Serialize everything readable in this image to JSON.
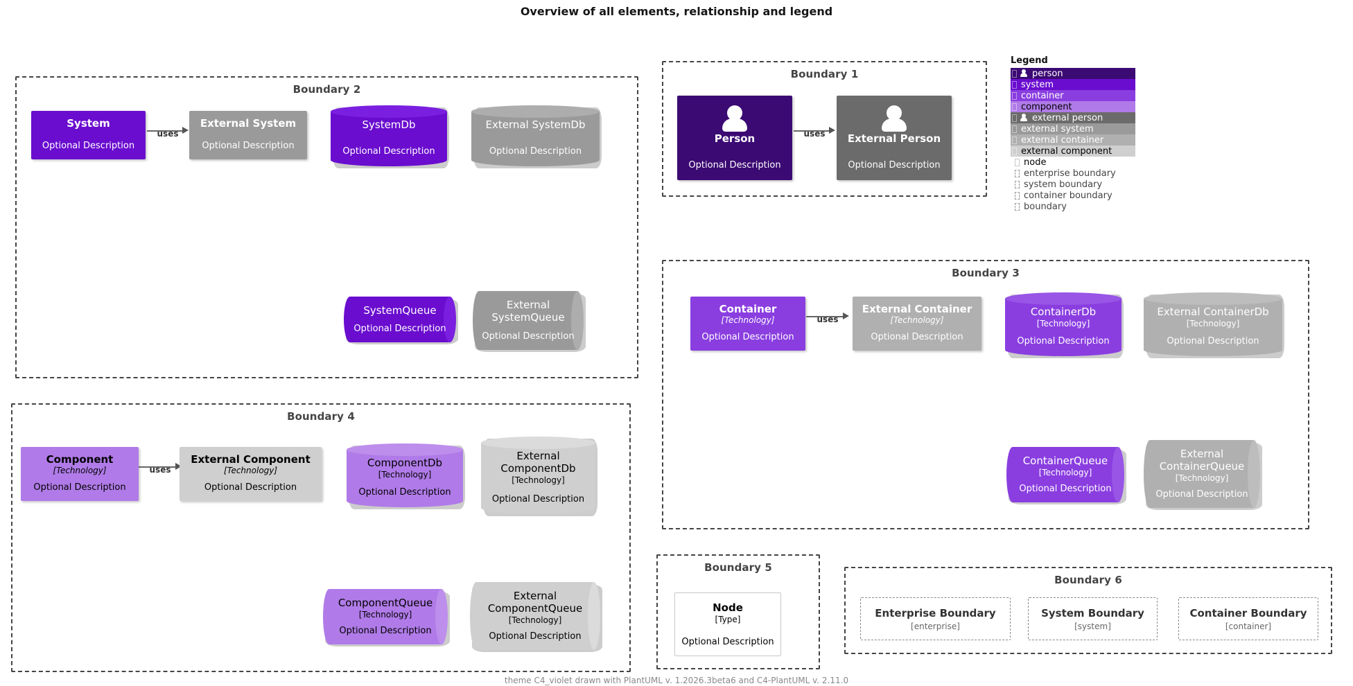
{
  "title": "Overview of all elements, relationship and legend",
  "footer": "theme C4_violet drawn with PlantUML v. 1.2026.3beta6 and C4-PlantUML v. 2.11.0",
  "colors": {
    "person": "#3b0a73",
    "system": "#6a0dcf",
    "container": "#8a3ee0",
    "component": "#b07be8",
    "external_person": "#6b6b6b",
    "external_system": "#9a9a9a",
    "external_container": "#b0b0b0",
    "external_component": "#cfcfcf",
    "node_fill": "#ffffff",
    "node_border": "#c8c8c8",
    "boundary_border": "#444444",
    "relation": "#666666",
    "title_text": "#161616",
    "footer_text": "#888888"
  },
  "boundaries": {
    "b1": {
      "title": "Boundary 1"
    },
    "b2": {
      "title": "Boundary 2"
    },
    "b3": {
      "title": "Boundary 3"
    },
    "b4": {
      "title": "Boundary 4"
    },
    "b5": {
      "title": "Boundary 5"
    },
    "b6": {
      "title": "Boundary 6"
    }
  },
  "elements": {
    "person": {
      "name": "Person",
      "tech": "",
      "desc": "Optional Description"
    },
    "external_person": {
      "name": "External Person",
      "tech": "",
      "desc": "Optional Description"
    },
    "system": {
      "name": "System",
      "tech": "",
      "desc": "Optional Description"
    },
    "external_system": {
      "name": "External System",
      "tech": "",
      "desc": "Optional Description"
    },
    "system_db": {
      "name": "SystemDb",
      "tech": "",
      "desc": "Optional Description"
    },
    "external_system_db": {
      "name": "External SystemDb",
      "tech": "",
      "desc": "Optional Description"
    },
    "system_queue": {
      "name": "SystemQueue",
      "tech": "",
      "desc": "Optional Description"
    },
    "external_system_queue": {
      "name": "External SystemQueue",
      "tech": "",
      "desc": "Optional Description"
    },
    "container": {
      "name": "Container",
      "tech": "[Technology]",
      "desc": "Optional Description"
    },
    "external_container": {
      "name": "External Container",
      "tech": "[Technology]",
      "desc": "Optional Description"
    },
    "container_db": {
      "name": "ContainerDb",
      "tech": "[Technology]",
      "desc": "Optional Description"
    },
    "external_container_db": {
      "name": "External ContainerDb",
      "tech": "[Technology]",
      "desc": "Optional Description"
    },
    "container_queue": {
      "name": "ContainerQueue",
      "tech": "[Technology]",
      "desc": "Optional Description"
    },
    "external_container_queue": {
      "name": "External ContainerQueue",
      "tech": "[Technology]",
      "desc": "Optional Description"
    },
    "component": {
      "name": "Component",
      "tech": "[Technology]",
      "desc": "Optional Description"
    },
    "external_component": {
      "name": "External Component",
      "tech": "[Technology]",
      "desc": "Optional Description"
    },
    "component_db": {
      "name": "ComponentDb",
      "tech": "[Technology]",
      "desc": "Optional Description"
    },
    "external_component_db": {
      "name": "External ComponentDb",
      "tech": "[Technology]",
      "desc": "Optional Description"
    },
    "component_queue": {
      "name": "ComponentQueue",
      "tech": "[Technology]",
      "desc": "Optional Description"
    },
    "external_component_queue": {
      "name": "External ComponentQueue",
      "tech": "[Technology]",
      "desc": "Optional Description"
    },
    "node": {
      "name": "Node",
      "tech": "[Type]",
      "desc": "Optional Description"
    }
  },
  "relationships": {
    "r1": {
      "label": "uses"
    },
    "r2": {
      "label": "uses"
    },
    "r3": {
      "label": "uses"
    }
  },
  "subboundaries": [
    {
      "name": "Enterprise Boundary",
      "type": "[enterprise]"
    },
    {
      "name": "System Boundary",
      "type": "[system]"
    },
    {
      "name": "Container Boundary",
      "type": "[container]"
    }
  ],
  "legend": {
    "title": "Legend",
    "items": [
      {
        "label": "person",
        "fill": "#3b0a73",
        "text": "#ffffff",
        "icon": "person-icon",
        "filled": true
      },
      {
        "label": "system",
        "fill": "#6a0dcf",
        "text": "#ffffff",
        "icon": "square-icon",
        "filled": true
      },
      {
        "label": "container",
        "fill": "#8a3ee0",
        "text": "#ffffff",
        "icon": "square-icon",
        "filled": true
      },
      {
        "label": "component",
        "fill": "#b07be8",
        "text": "#000000",
        "icon": "square-icon",
        "filled": true
      },
      {
        "label": "external person",
        "fill": "#6b6b6b",
        "text": "#ffffff",
        "icon": "person-icon",
        "filled": true
      },
      {
        "label": "external system",
        "fill": "#9a9a9a",
        "text": "#ffffff",
        "icon": "square-icon",
        "filled": true
      },
      {
        "label": "external container",
        "fill": "#b0b0b0",
        "text": "#ffffff",
        "icon": "square-icon",
        "filled": true
      },
      {
        "label": "external component",
        "fill": "#cfcfcf",
        "text": "#000000",
        "icon": "square-icon",
        "filled": true
      },
      {
        "label": "node",
        "fill": "#ffffff",
        "text": "#000000",
        "icon": "node-icon",
        "filled": false
      },
      {
        "label": "enterprise boundary",
        "fill": "#ffffff",
        "text": "#444444",
        "icon": "boundary-icon",
        "filled": false
      },
      {
        "label": "system boundary",
        "fill": "#ffffff",
        "text": "#444444",
        "icon": "boundary-icon",
        "filled": false
      },
      {
        "label": "container boundary",
        "fill": "#ffffff",
        "text": "#444444",
        "icon": "boundary-icon",
        "filled": false
      },
      {
        "label": "boundary",
        "fill": "#ffffff",
        "text": "#444444",
        "icon": "boundary-icon",
        "filled": false
      }
    ]
  }
}
